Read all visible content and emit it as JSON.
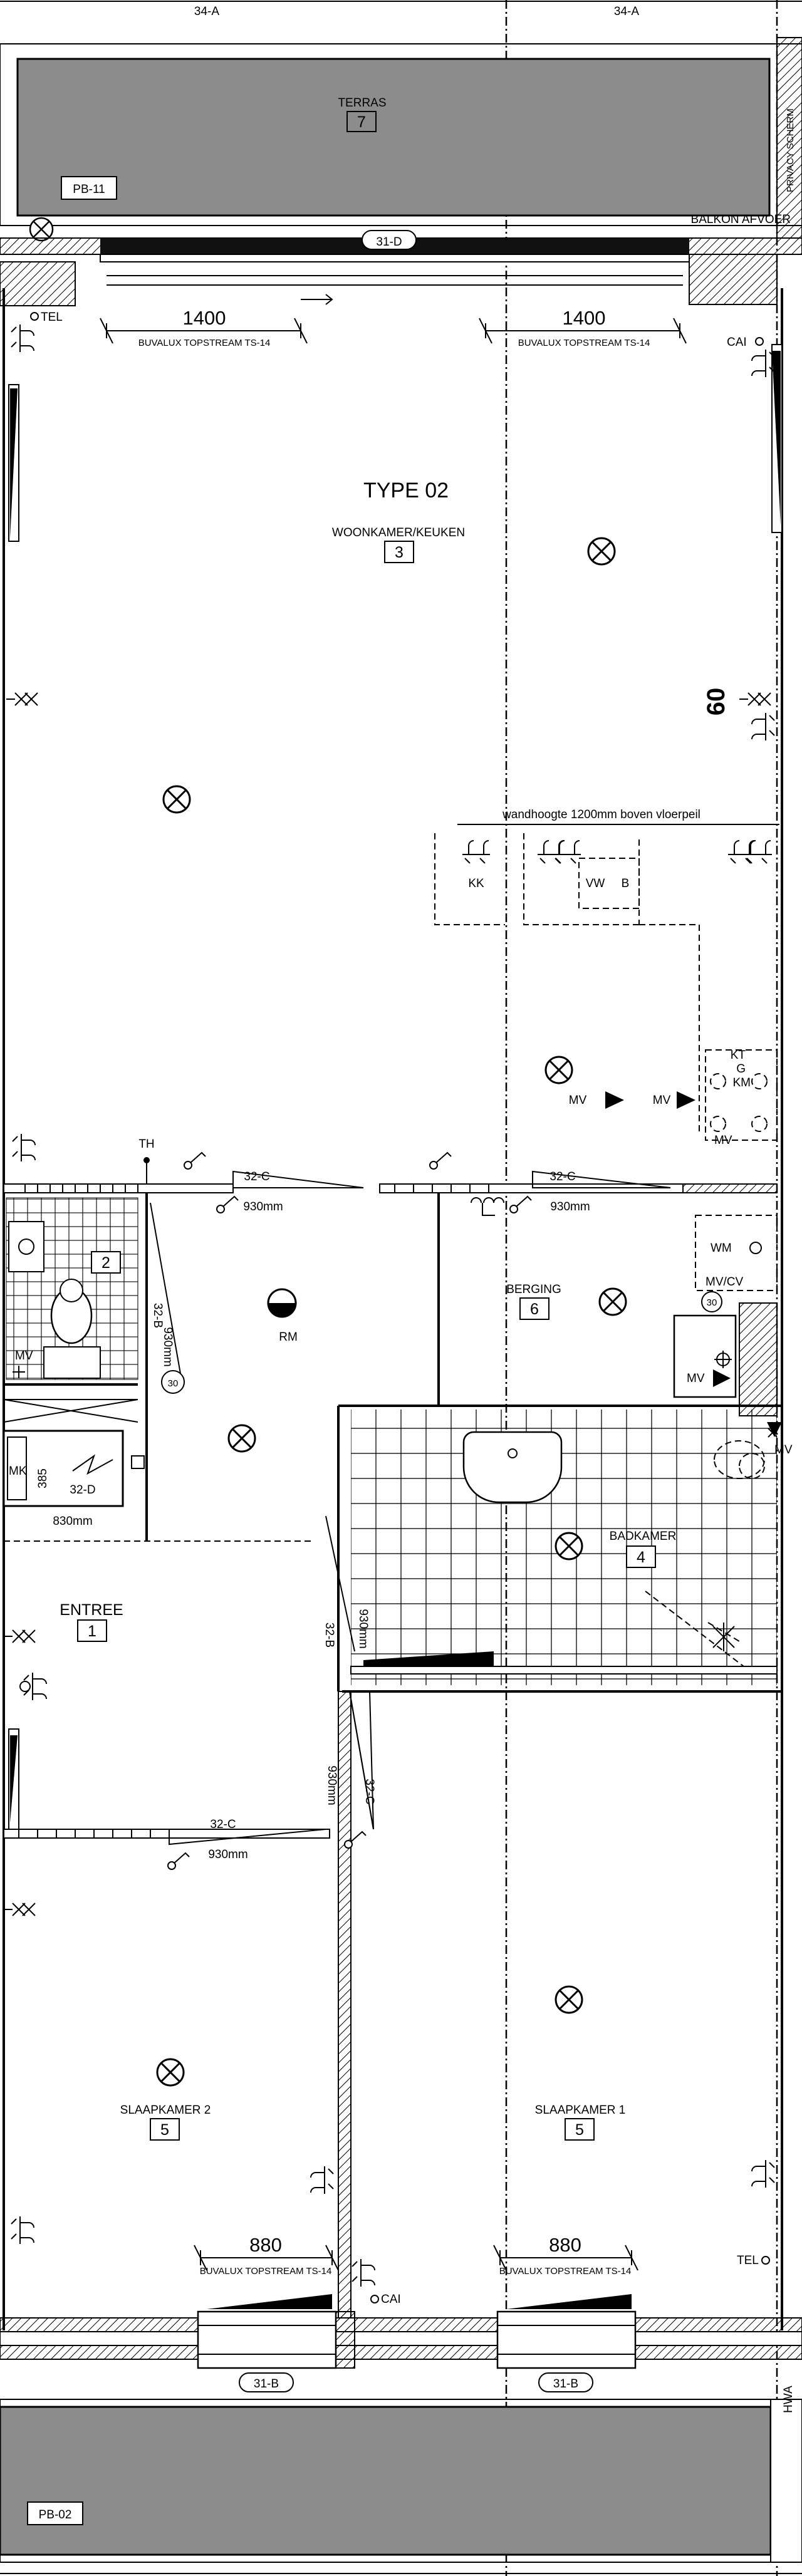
{
  "grid_labels": {
    "top_left": "34-A",
    "top_right": "34-A"
  },
  "terrace_top": {
    "name": "TERRAS",
    "number": "7",
    "tag": "PB-11",
    "privacy": "PRIVACY SCHERM"
  },
  "balcony_drain": "BALKON AFVOER",
  "frame_tag_top": "31-D",
  "frame_tag_bottom_left": "31-B",
  "frame_tag_bottom_right": "31-B",
  "window_top_left": {
    "width": "1400",
    "product": "BUVALUX TOPSTREAM TS-14"
  },
  "window_top_right": {
    "width": "1400",
    "product": "BUVALUX TOPSTREAM TS-14"
  },
  "window_bottom_left": {
    "width": "880",
    "product": "BUVALUX TOPSTREAM TS-14"
  },
  "window_bottom_right": {
    "width": "880",
    "product": "BUVALUX TOPSTREAM TS-14"
  },
  "type_label": "TYPE 02",
  "level_mark": "60",
  "wall_height_note": "wandhoogte 1200mm boven vloerpeil",
  "rooms": {
    "living": {
      "name": "WOONKAMER/KEUKEN",
      "number": "3"
    },
    "storage": {
      "name": "BERGING",
      "number": "6"
    },
    "bathroom": {
      "name": "BADKAMER",
      "number": "4"
    },
    "entrance": {
      "name": "ENTREE",
      "number": "1"
    },
    "bedroom1": {
      "name": "SLAAPKAMER 1",
      "number": "5"
    },
    "bedroom2": {
      "name": "SLAAPKAMER 2",
      "number": "5"
    },
    "toilet": {
      "number": "2"
    }
  },
  "symbols": {
    "tel": "TEL",
    "cai": "CAI",
    "kk": "KK",
    "vw": "VW",
    "b": "B",
    "mv": "MV",
    "kt": "KT",
    "g": "G",
    "km": "KM",
    "th": "TH",
    "rm": "RM",
    "wm": "WM",
    "mv_cv": "MV/CV",
    "mk": "MK",
    "num_30": "30"
  },
  "doors": {
    "d1": {
      "type": "32-C",
      "width": "930mm"
    },
    "d2": {
      "type": "32-C",
      "width": "930mm"
    },
    "toilet": {
      "type": "32-B",
      "width": "930mm"
    },
    "meter": {
      "type": "32-D",
      "width": "830mm",
      "depth": "385"
    },
    "bath": {
      "type": "32-B",
      "width": "930mm"
    },
    "bed1": {
      "type": "32-C",
      "width": "930mm"
    },
    "bed2": {
      "type": "32-C",
      "width": "930mm"
    }
  },
  "bottom_tag": "PB-02",
  "hwa": "HWA"
}
